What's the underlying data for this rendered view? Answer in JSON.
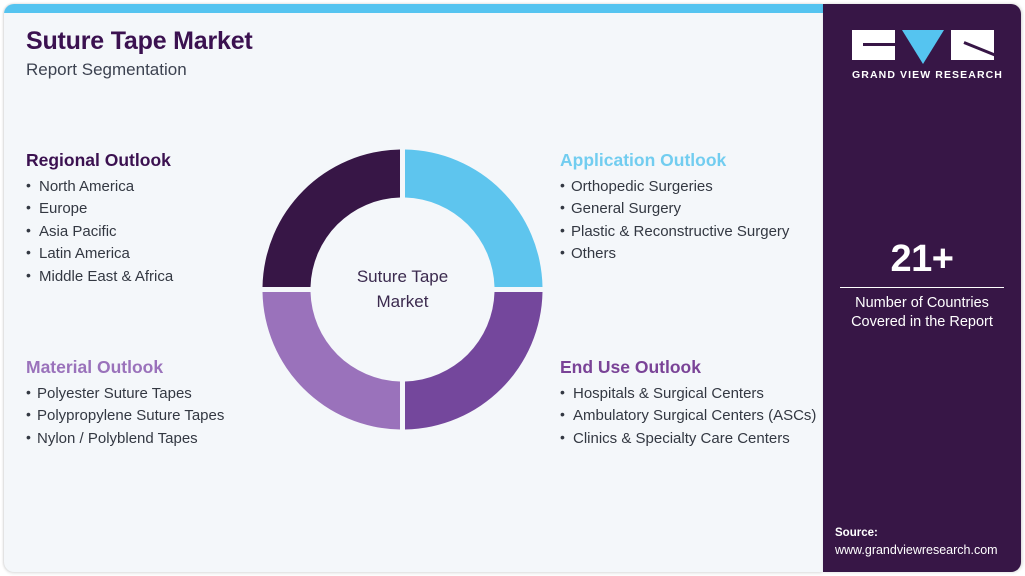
{
  "header": {
    "title": "Suture Tape Market",
    "subtitle": "Report Segmentation"
  },
  "colors": {
    "panel_background": "#f4f7fa",
    "accent_bar": "#55c4f0",
    "sidebar_background": "#371646",
    "title_purple": "#3b1150",
    "segment_dark_purple": "#371646",
    "segment_light_blue": "#5ec5ee",
    "segment_violet": "#74479c",
    "segment_light_purple": "#9a72bb"
  },
  "donut": {
    "center_label_line1": "Suture Tape",
    "center_label_line2": "Market"
  },
  "chart_data": {
    "type": "pie",
    "title": "Suture Tape Market",
    "legend_position": "around",
    "categories": [
      "Application Outlook",
      "End Use Outlook",
      "Material Outlook",
      "Regional Outlook"
    ],
    "values": [
      25,
      25,
      25,
      25
    ],
    "colors": [
      "#5ec5ee",
      "#74479c",
      "#9a72bb",
      "#371646"
    ]
  },
  "blocks": [
    {
      "id": "regional",
      "title": "Regional Outlook",
      "color": "#3b1150",
      "items": [
        "North America",
        "Europe",
        "Asia Pacific",
        "Latin America",
        "Middle East & Africa"
      ]
    },
    {
      "id": "material",
      "title": "Material Outlook",
      "color": "#9a72bb",
      "items": [
        "Polyester Suture Tapes",
        "Polypropylene Suture Tapes",
        "Nylon / Polyblend Tapes"
      ]
    },
    {
      "id": "application",
      "title": "Application Outlook",
      "color": "#72cdf0",
      "items": [
        "Orthopedic Surgeries",
        "General Surgery",
        "Plastic & Reconstructive Surgery",
        "Others"
      ]
    },
    {
      "id": "enduse",
      "title": "End Use Outlook",
      "color": "#7a4397",
      "items": [
        "Hospitals & Surgical Centers",
        "Ambulatory Surgical Centers (ASCs)",
        "Clinics & Specialty Care Centers"
      ]
    }
  ],
  "sidebar": {
    "logo_text": "GRAND VIEW RESEARCH",
    "stat_value": "21+",
    "stat_caption_line1": "Number of Countries",
    "stat_caption_line2": "Covered in the Report",
    "source_label": "Source:",
    "source_url": "www.grandviewresearch.com"
  }
}
